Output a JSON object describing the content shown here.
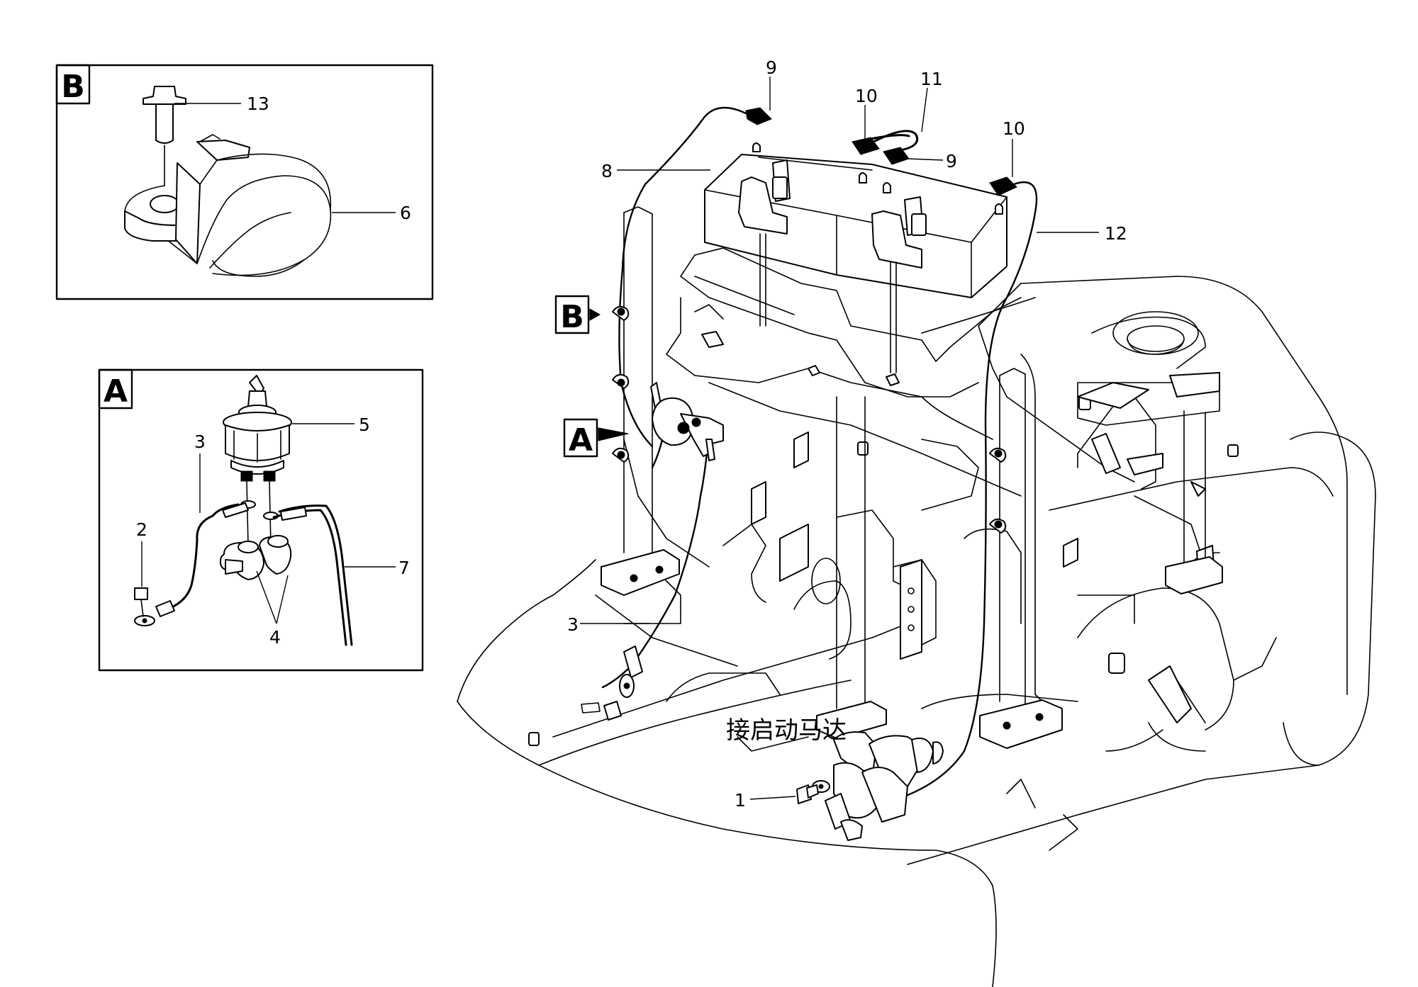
{
  "detail_views": {
    "b": {
      "tag": "B",
      "callouts": {
        "bolt": "13",
        "clamp": "6"
      }
    },
    "a": {
      "tag": "A",
      "callouts": {
        "cable": "3",
        "bolt": "2",
        "switch": "5",
        "terminal_covers": "4",
        "cable_7": "7"
      }
    }
  },
  "main_view": {
    "callouts": {
      "terminal_cap_top": "9",
      "terminal_cap_left": "10",
      "jumper": "11",
      "terminal_cap_right": "9",
      "terminal_cap_far": "10",
      "cable_left": "8",
      "cable_right": "12",
      "ground_cable": "3",
      "starter_bolt": "1"
    },
    "view_markers": {
      "b": "B",
      "a": "A"
    },
    "annotation": "接启动马达"
  }
}
